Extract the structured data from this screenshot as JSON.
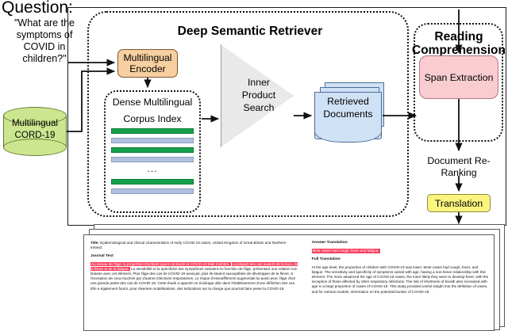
{
  "question": {
    "title": "Question:",
    "text": "\"What are the symptoms of COVID in children?\""
  },
  "database": {
    "label": "Multilingual CORD-19",
    "icon": "database-cylinder-icon",
    "color": "#cce68f"
  },
  "retriever": {
    "title": "Deep Semantic Retriever",
    "encoder": {
      "label": "Multilingual Encoder",
      "color": "#f7cfa0"
    },
    "corpus": {
      "title": "Dense Multilingual Corpus Index",
      "ellipsis": "...",
      "bars": [
        {
          "color": "#14a04a",
          "type": "green"
        },
        {
          "color": "#b3c0dd",
          "type": "blue"
        },
        {
          "color": "#14a04a",
          "type": "green"
        },
        {
          "color": "#b3c0dd",
          "type": "blue"
        },
        {
          "color": "#14a04a",
          "type": "green"
        },
        {
          "color": "#b3c0dd",
          "type": "blue"
        }
      ]
    },
    "search": {
      "label": "Inner Product Search",
      "color": "#e9e9e9"
    },
    "documents": {
      "label": "Retrieved Documents",
      "color": "#cfe1f5"
    }
  },
  "reading": {
    "title": "Reading Comprehension",
    "span_extraction": {
      "label": "Span Extraction",
      "color": "#f8ccd0"
    },
    "reranking_label": "Document Re-Ranking",
    "translation": {
      "label": "Translation",
      "color": "#fbf580"
    }
  },
  "result_panel": {
    "left": {
      "title_label": "Title:",
      "title_text": "Epidemiological and clinical characteristics of early COVID-19 cases, United Kingdom of Great Britain and Northern Ireland.",
      "journal_label": "Journal Text",
      "body_before": "Au niveau de l'âge, la proportion d'enfants ayant contracté la COVID-19 était moindre.",
      "body_highlight": "La plupart des cas avaient de la toux, de la fièvre et de la fatigue.",
      "body_after": "La sensibilité et la spécificité des symptômes variaient en fonction de l'âge, présentant une relation non linéaire avec cet élément. Plus l'âge des cas de COVID-19 avançait, plus ils étaient susceptibles de développer de la fièvre, à l'exception de ceux touchés par d'autres infections respiratoires. Le risque d'essoufflement augmentait lui aussi avec l'âge chez une grande partie des cas de COVID-19. Cette étude a apporté un éclairage utile dans l'établissement d'une définition des cas. Elle a également fourni, pour diverses modélisations, des indications sur la charge que pourrait faire peser la COVID-19."
    },
    "right": {
      "answer_label": "Answer Translation",
      "answer_text": "Most cases had cough, fever and fatigue.",
      "full_label": "Full Translation",
      "full_text": "At the age level, the proportion of children with COVID-19 was lower. Most cases had cough, fever, and fatigue. The sensitivity and specificity of symptoms varied with age, having a non-linear relationship with this element. The more advanced the age of COVID-19 cases, the more likely they were to develop fever, with the exception of those affected by other respiratory infections. The risk of shortness of breath also increased with age in a large proportion of cases of COVID-19. This study provided useful insight into the definition of cases, and for various models, information on the potential burden of COVID-19."
    },
    "highlight_color": "#f8415f"
  }
}
